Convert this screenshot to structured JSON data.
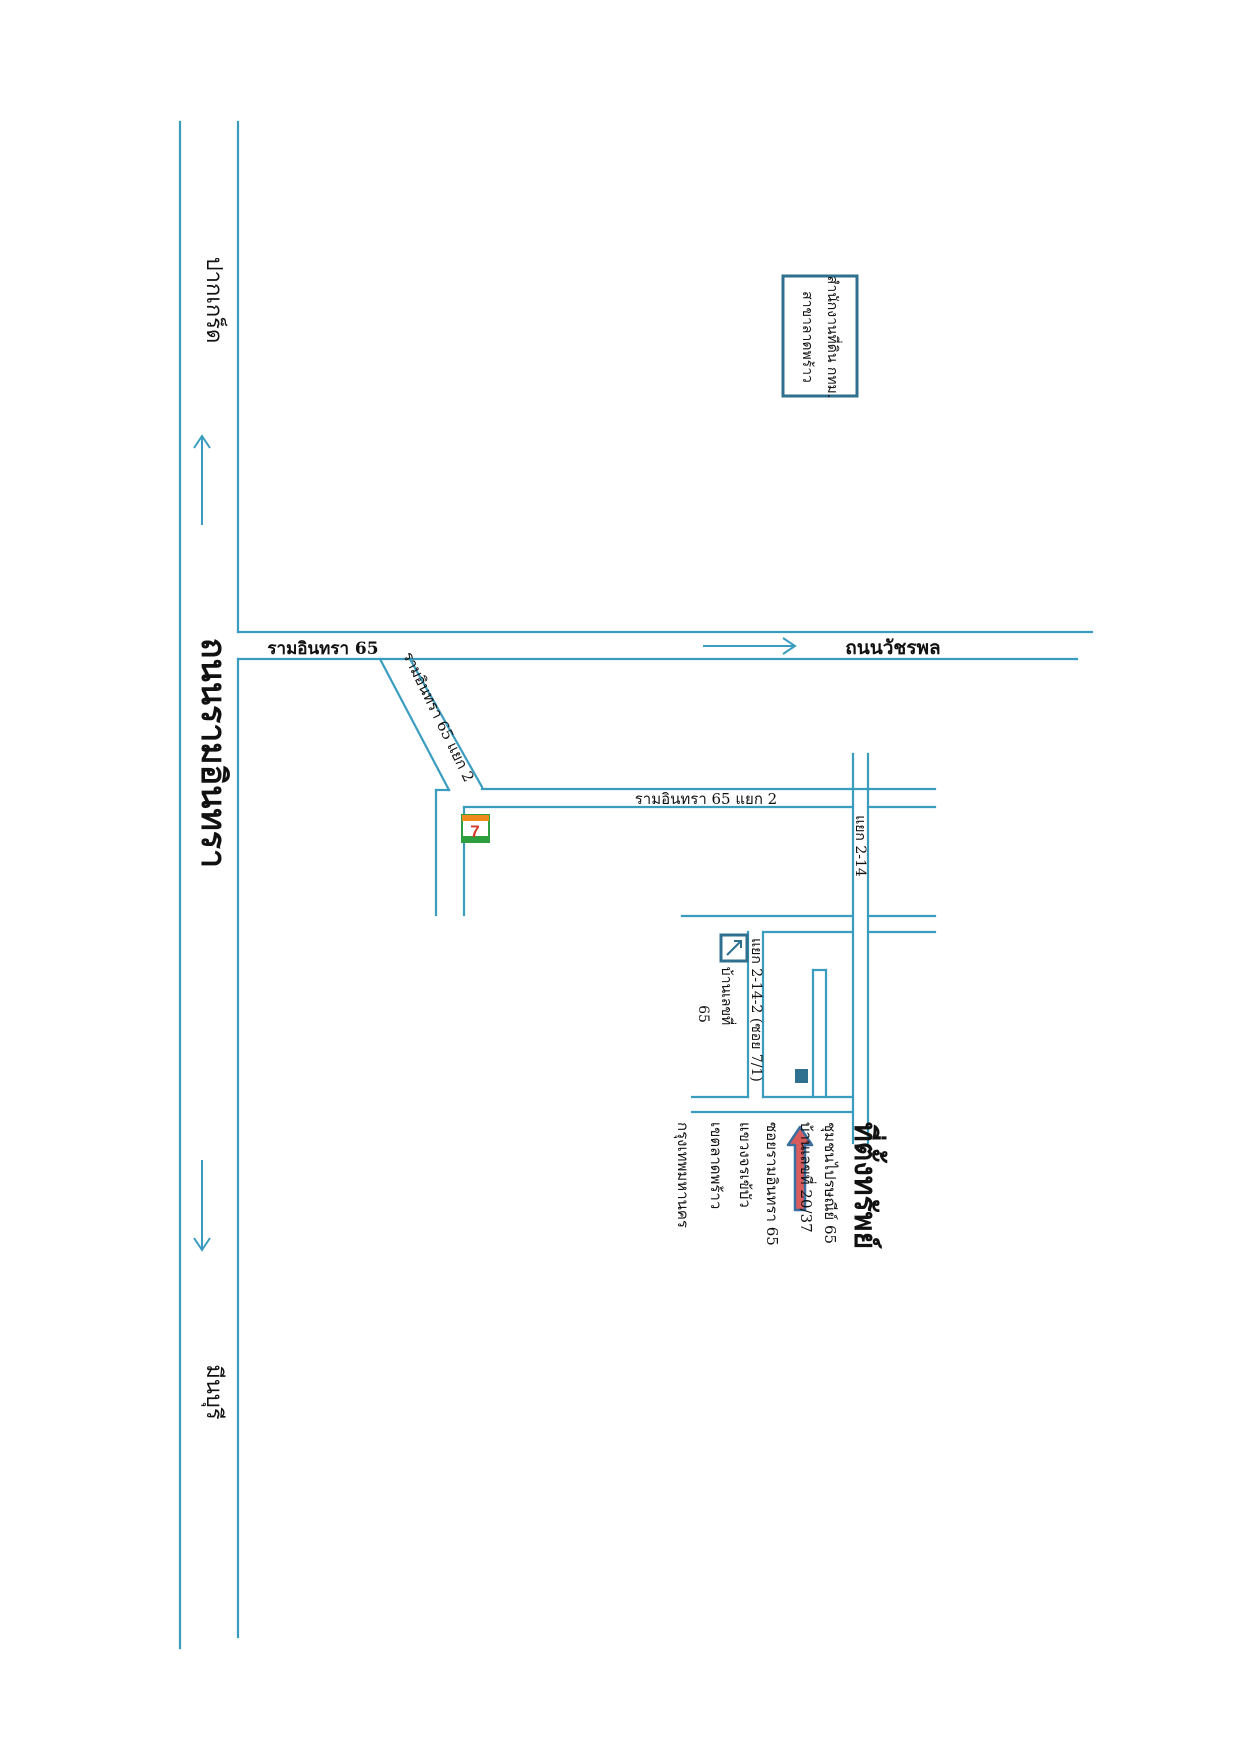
{
  "page": {
    "orientation": "rotated-90-clockwise"
  },
  "colors": {
    "road": "#3a9dbf",
    "box": "#2f6f8f",
    "text": "#111111",
    "pointer_arrow_fill": "#d95b5b",
    "pointer_arrow_outline": "#3a6fa0",
    "store_logo_green": "#2e9e3f",
    "store_logo_red": "#d63b2a",
    "store_logo_orange": "#f08a1c"
  },
  "roads": {
    "main_road": "ถนนรามอินทรา",
    "wacharaphon_road": "ถนนวัชรพล",
    "ram_intra_65": "รามอินทรา 65",
    "ram_intra_65_yaek_2_diagonal": "รามอินทรา 65 แยก 2",
    "ram_intra_65_yaek_2_lane": "รามอินทรา 65 แยก 2",
    "yaek_2_14": "แยก 2-14",
    "yaek_2_14_2": "แยก 2-14-2 (ซอย 7/1)"
  },
  "directions": {
    "pak_kret": "ปากเกร็ด",
    "min_buri": "มีนบุรี"
  },
  "landmarks": {
    "district_office_line1": "สำนักงานที่ดิน กทม.",
    "district_office_line2": "สาขาลาดพร้าว",
    "village_65_line1": "บ้านเลขที่",
    "village_65_line2": "65",
    "store_icon": "7-eleven-logo-icon"
  },
  "destination": {
    "title": "ที่ตั้งทรัพย์",
    "lines": [
      "ชุมชนไปรษณีย์ 65",
      "บ้านเลขที่ 20/37",
      "ซอยรามอินทรา 65",
      "แขวงจรเข้บัว",
      "เขตลาดพร้าว",
      "กรุงเทพมหานคร"
    ]
  }
}
